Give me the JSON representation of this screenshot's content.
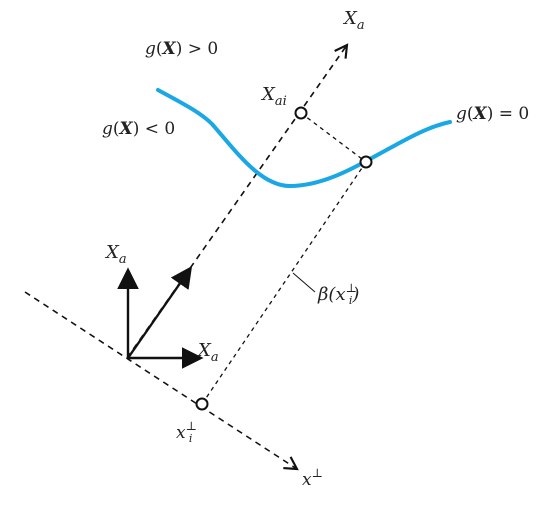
{
  "labels": {
    "g_pos": {
      "g": "g",
      "open": "(",
      "x": "X",
      "close": ")",
      "rel": " > 0"
    },
    "g_neg": {
      "g": "g",
      "open": "(",
      "x": "X",
      "close": ")",
      "rel": " < 0"
    },
    "g_eq": {
      "g": "g",
      "open": "(",
      "x": "X",
      "close": ")",
      "rel": " = 0"
    },
    "xa_axis": {
      "main": "X",
      "sub": "a"
    },
    "xai": {
      "main": "X",
      "sub": "ai"
    },
    "xa_left": {
      "main": "X",
      "sub": "a"
    },
    "xa_right": {
      "main": "X",
      "sub": "a"
    },
    "beta": {
      "pre": "β(",
      "x": "x",
      "sub": "i",
      "sup": "⊥",
      "post": ")"
    },
    "xi_perp": {
      "x": "x",
      "sub": "i",
      "sup": "⊥"
    },
    "x_perp_axis": {
      "x": "x",
      "sup": "⊥"
    }
  },
  "colors": {
    "curve": "#1aa7e6",
    "lines": "#111111"
  }
}
